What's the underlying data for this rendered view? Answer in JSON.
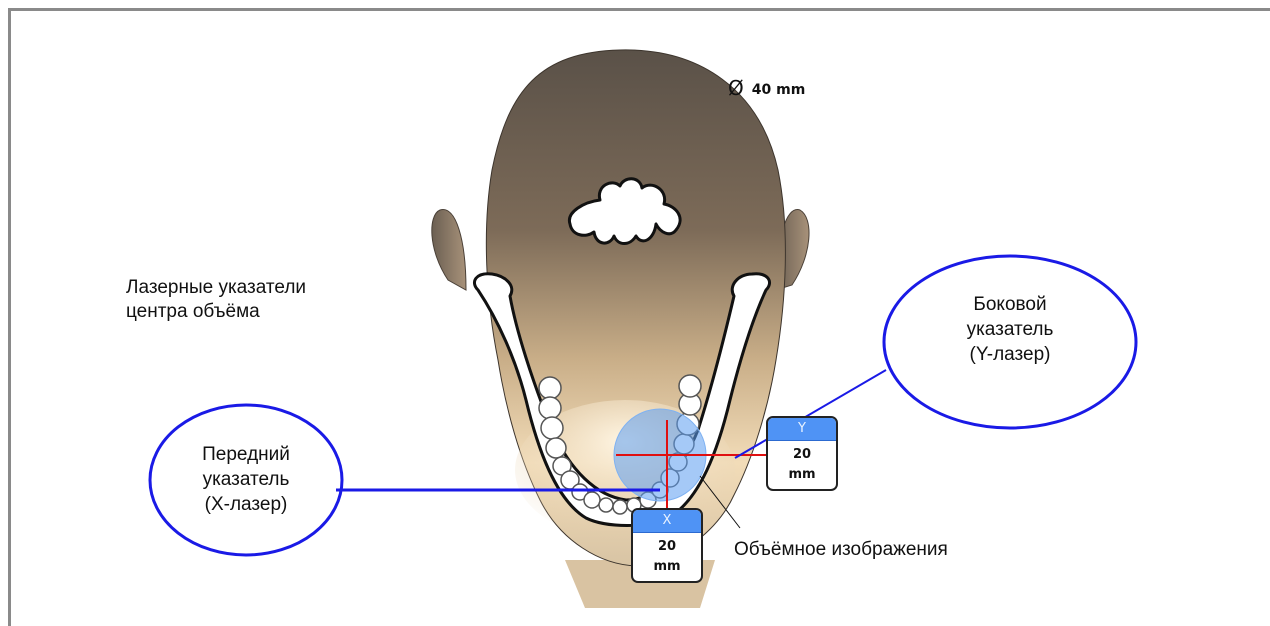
{
  "diameter": {
    "symbol": "Ø",
    "value": "40 mm"
  },
  "title_text": {
    "line1": "Лазерные указатели",
    "line2": "центра объёма"
  },
  "side_pointer": {
    "line1": "Боковой",
    "line2": "указатель",
    "line3": "(Y-лазер)"
  },
  "front_pointer": {
    "line1": "Передний",
    "line2": "указатель",
    "line3": "(X-лазер)"
  },
  "volume_label": "Объёмное изображения",
  "y_laser": {
    "axis": "Y",
    "value": "20",
    "unit": "mm"
  },
  "x_laser": {
    "axis": "X",
    "value": "20",
    "unit": "mm"
  },
  "colors": {
    "callout_ring": "#1a1ae6",
    "leader_line": "#1a1ae6",
    "crosshair": "#e01010",
    "volume_circle": "#6aa6f0",
    "laser_header": "#4f93f5"
  }
}
